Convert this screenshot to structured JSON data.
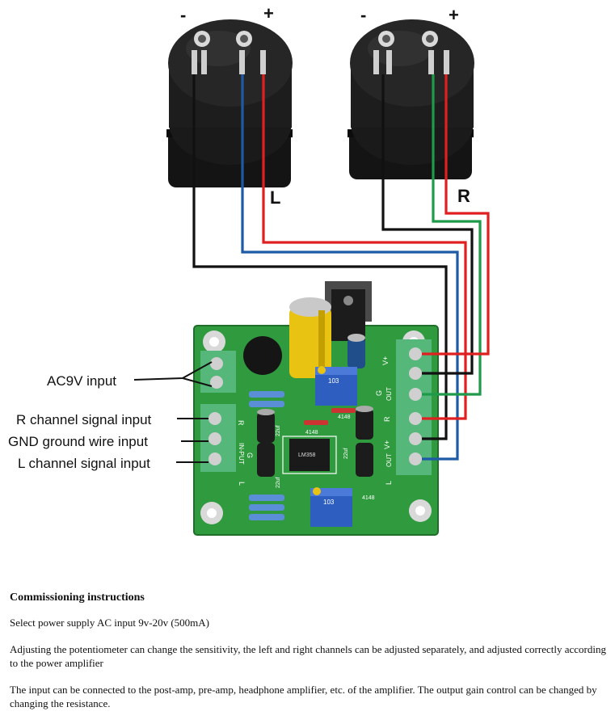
{
  "diagram": {
    "meter_left": {
      "minus": "-",
      "plus": "+",
      "label": "L"
    },
    "meter_right": {
      "minus": "-",
      "plus": "+",
      "label": "R"
    },
    "callouts": {
      "ac9v": "AC9V input",
      "r_signal": "R channel signal input",
      "gnd": "GND ground wire input",
      "l_signal": "L channel signal input"
    },
    "wire_colors": {
      "black": "#111111",
      "blue": "#1f5aa6",
      "red": "#e02020",
      "green": "#1f9a4a"
    },
    "board_color": "#2f9a3e",
    "pcb_marks": {
      "r_in": "R",
      "g_in": "G",
      "l_in": "L",
      "input": "IN-PUT",
      "r_out": "R",
      "l_out": "L",
      "g_out": "G",
      "out": "OUT",
      "vplus": "V+",
      "diode1": "4148",
      "diode2": "4148",
      "diode3": "4148",
      "pot1_code": "103",
      "pot2_code": "103",
      "cap_22uf_a": "22uf",
      "cap_22uf_b": "22uf",
      "cap_22uf_c": "22uf",
      "ic": "LM358"
    }
  },
  "instructions": {
    "title": "Commissioning instructions",
    "p1": "Select power supply AC input 9v-20v (500mA)",
    "p2": "Adjusting the potentiometer can change the sensitivity, the left and right channels can be adjusted separately, and adjusted correctly according to the power amplifier",
    "p3": "The input can be connected to the post-amp, pre-amp, headphone amplifier, etc. of the amplifier. The output gain control can be changed by changing the resistance."
  }
}
